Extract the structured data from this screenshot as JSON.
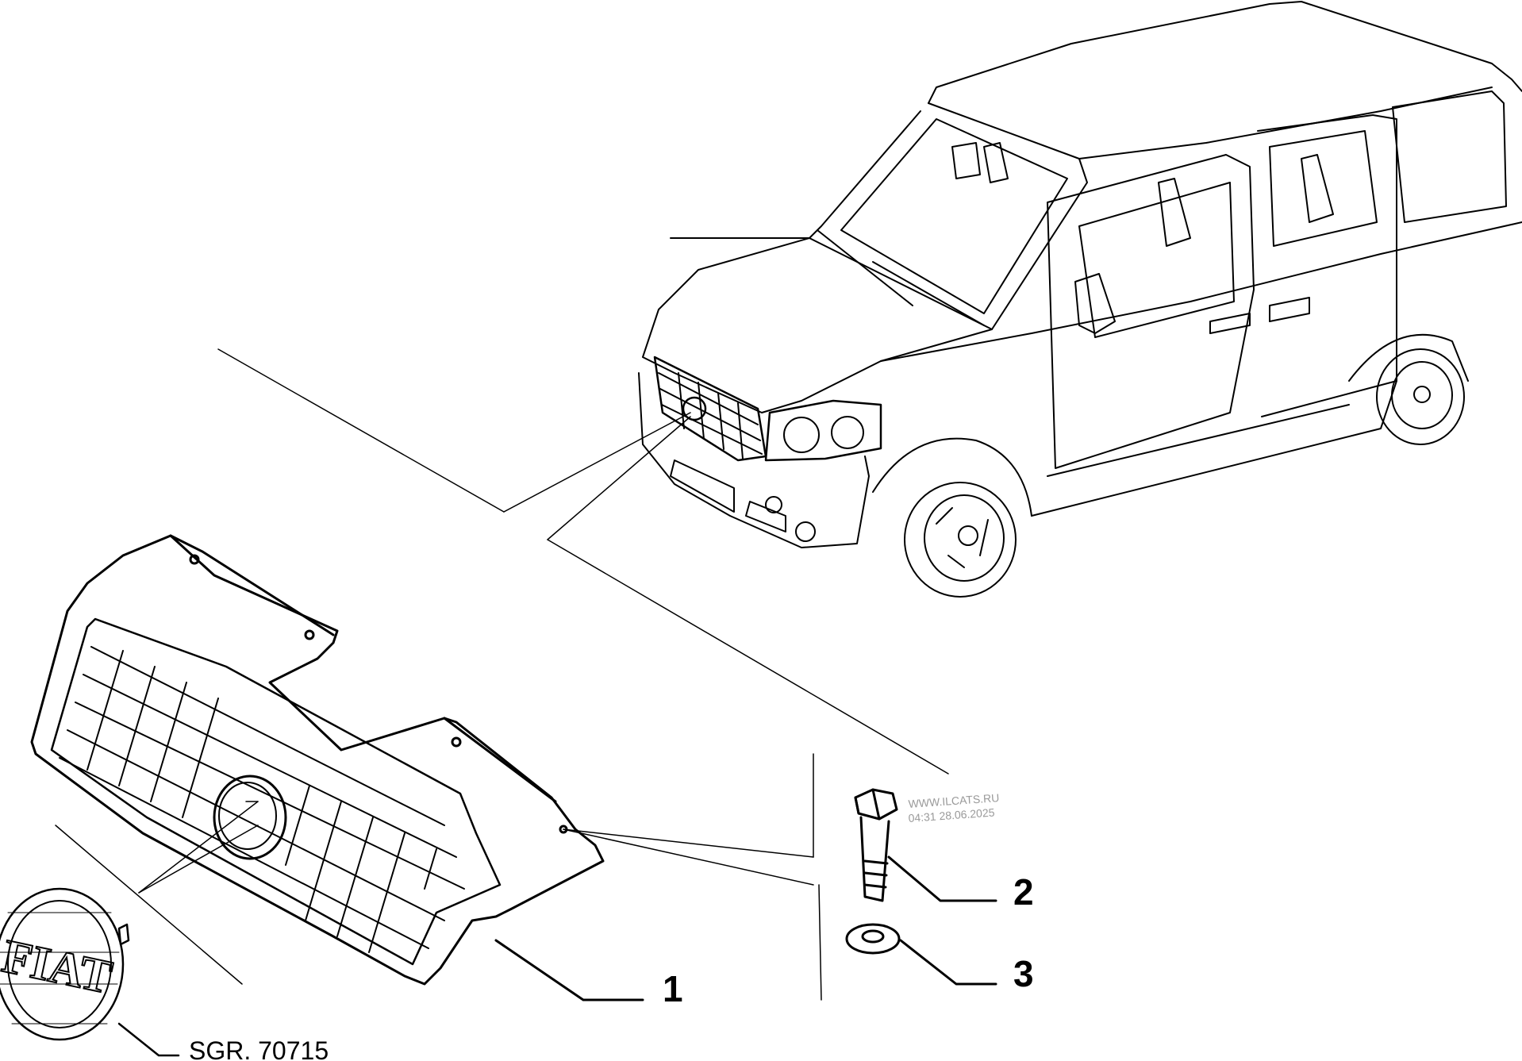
{
  "diagram": {
    "callouts": [
      {
        "id": "1",
        "part": "grille"
      },
      {
        "id": "2",
        "part": "bolt"
      },
      {
        "id": "3",
        "part": "washer"
      }
    ],
    "reference_label": "SGR. 70715",
    "emblem_text": "FIAT",
    "watermark": {
      "line1": "WWW.ILCATS.RU",
      "line2": "04:31 28.06.2025"
    }
  }
}
